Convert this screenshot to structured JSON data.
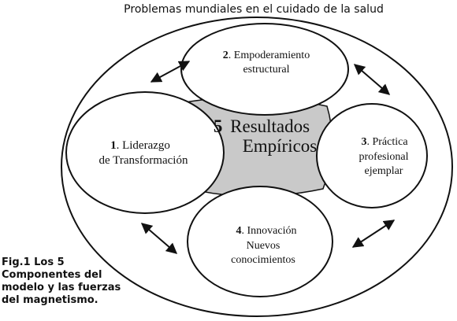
{
  "header": {
    "title": "Problemas mundiales en el cuidado de la salud"
  },
  "center": {
    "number": "5",
    "title": "Resultados",
    "subtitle": "Empíricos"
  },
  "components": {
    "c1": {
      "number": "1",
      "line1": ". Liderazgo",
      "line2": "de Transformación"
    },
    "c2": {
      "number": "2",
      "line1": ". Empoderamiento",
      "line2": "estructural"
    },
    "c3": {
      "number": "3",
      "line1": ". Práctica",
      "line2": "profesional",
      "line3": "ejemplar"
    },
    "c4": {
      "number": "4",
      "line1": ". Innovación",
      "line2": "Nuevos",
      "line3": "conocimientos"
    }
  },
  "caption": {
    "lines": [
      "Fig.1 Los 5",
      "Componentes del",
      "modelo y las fuerzas",
      "del magnetismo."
    ]
  },
  "colors": {
    "center_fill": "#c9c9c9",
    "stroke": "#111111",
    "background": "#ffffff"
  }
}
